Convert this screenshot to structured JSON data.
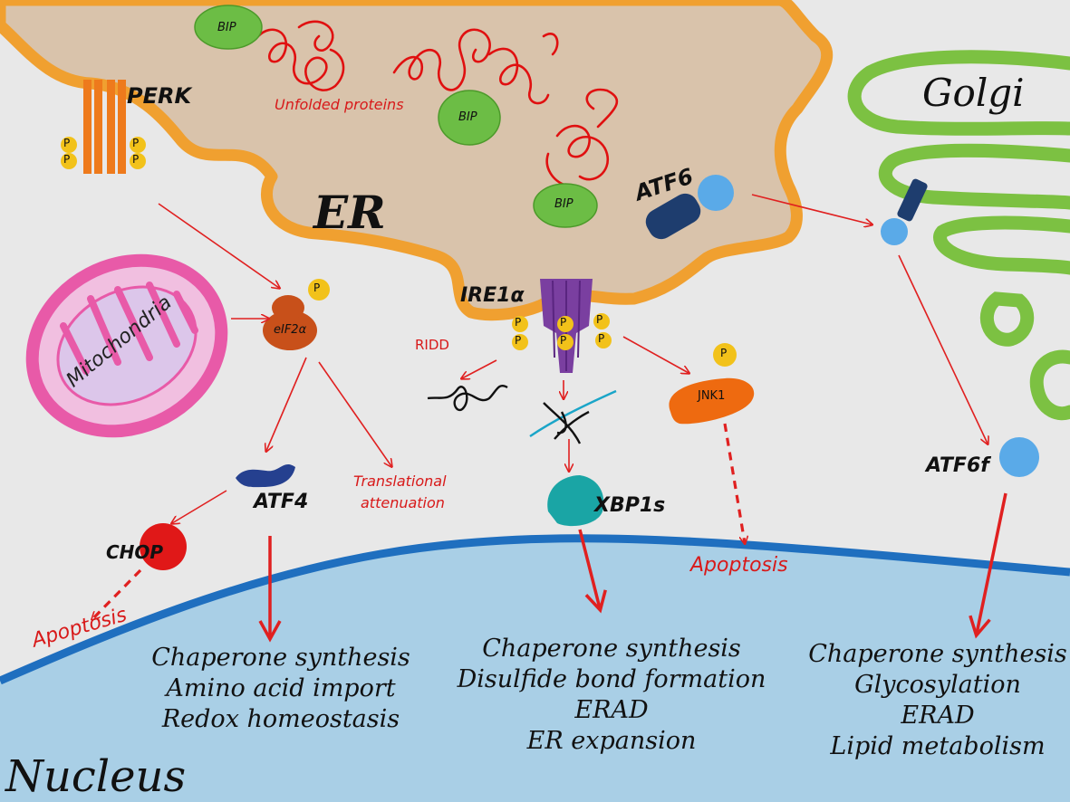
{
  "labels": {
    "perk": "PERK",
    "er": "ER",
    "golgi": "Golgi",
    "nucleus": "Nucleus",
    "mitochondria": "Mitochondria",
    "unfolded_proteins": "Unfolded proteins",
    "bip": "BIP",
    "atf6": "ATF6",
    "atf6f": "ATF6f",
    "ire1a": "IRE1α",
    "ridd": "RIDD",
    "eif2a": "eIF2α",
    "atf4": "ATF4",
    "chop": "CHOP",
    "xbp1s": "XBP1s",
    "jnk1": "JNK1",
    "translational_attenuation": [
      "Translational",
      "attenuation"
    ],
    "apoptosis": "Apoptosis",
    "phospho": "P"
  },
  "outputs": {
    "atf4_targets": [
      "Chaperone synthesis",
      "Amino acid import",
      "Redox homeostasis"
    ],
    "xbp1s_targets": [
      "Chaperone synthesis",
      "Disulfide bond formation",
      "ERAD",
      "ER expansion"
    ],
    "atf6f_targets": [
      "Chaperone synthesis",
      "Glycosylation",
      "ERAD",
      "Lipid metabolism"
    ]
  },
  "colors": {
    "background": "#e8e8e8",
    "er_lumen": "#d9c3ab",
    "er_membrane": "#f0a030",
    "nucleus": "#a9cfe6",
    "nuclear_envelope": "#1f6fbf",
    "golgi": "#7cc142",
    "bip": "#6cbd45",
    "mitochondria": "#e85aa8",
    "arrow": "#e02020",
    "unfolded_protein": "#e01010",
    "phospho": "#f2c21a",
    "perk": "#ee7a1c",
    "ire1": "#7a3fa0",
    "atf6": "#1e3d6e",
    "atf6_head": "#5aaae8",
    "eif2a": "#c8501a",
    "atf4": "#25408f",
    "chop": "#e01818",
    "xbp1s": "#1aa5a5",
    "jnk1": "#ee6a10"
  }
}
